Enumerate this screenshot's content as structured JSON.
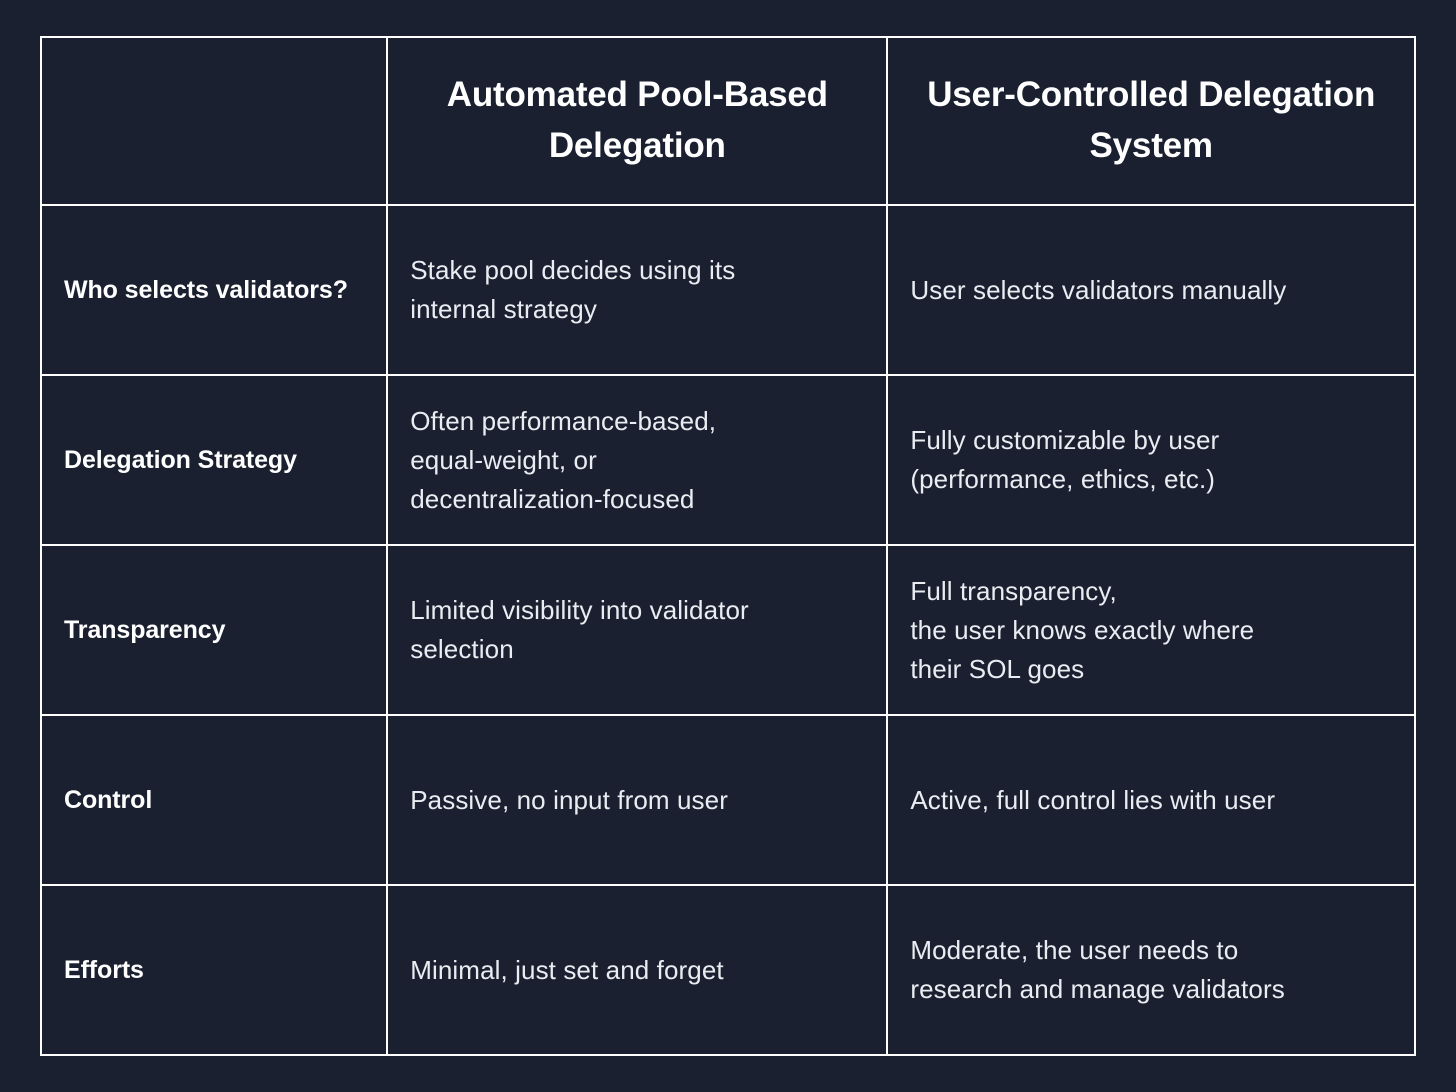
{
  "table": {
    "columns": [
      {
        "key": "feature",
        "label": ""
      },
      {
        "key": "automated",
        "label": "Automated Pool-Based Delegation"
      },
      {
        "key": "user",
        "label": "User-Controlled Delegation System"
      }
    ],
    "rows": [
      {
        "feature": "Who selects validators?",
        "automated": [
          "Stake pool decides using its",
          "internal strategy"
        ],
        "user": [
          "User selects validators manually"
        ]
      },
      {
        "feature": "Delegation Strategy",
        "automated": [
          "Often performance-based,",
          "equal-weight, or",
          "decentralization-focused"
        ],
        "user": [
          "Fully customizable by user",
          "(performance, ethics, etc.)"
        ]
      },
      {
        "feature": "Transparency",
        "automated": [
          "Limited visibility into validator",
          "selection"
        ],
        "user": [
          "Full transparency,",
          "the user knows exactly where",
          "their SOL goes"
        ]
      },
      {
        "feature": "Control",
        "automated": [
          "Passive, no input from user"
        ],
        "user": [
          "Active, full control lies with user"
        ]
      },
      {
        "feature": "Efforts",
        "automated": [
          "Minimal, just set and forget"
        ],
        "user": [
          "Moderate, the user needs to",
          "research and manage validators"
        ]
      }
    ]
  },
  "theme": {
    "background": "#1a2030",
    "border": "#ffffff",
    "header_text": "#ffffff",
    "feature_text": "#ffffff",
    "value_text": "#e9edf2"
  }
}
